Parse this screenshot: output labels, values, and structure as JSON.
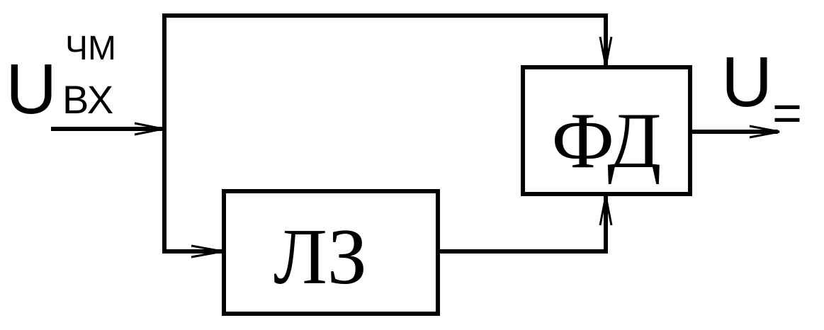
{
  "diagram": {
    "input_signal": {
      "main": "U",
      "superscript": "ЧМ",
      "subscript": "ВХ"
    },
    "output_signal": {
      "main": "U",
      "subscript": "="
    },
    "blocks": {
      "phase_detector": {
        "label": "ФД"
      },
      "delay_line": {
        "label": "ЛЗ"
      }
    },
    "colors": {
      "stroke": "#000000",
      "background": "#ffffff"
    }
  }
}
